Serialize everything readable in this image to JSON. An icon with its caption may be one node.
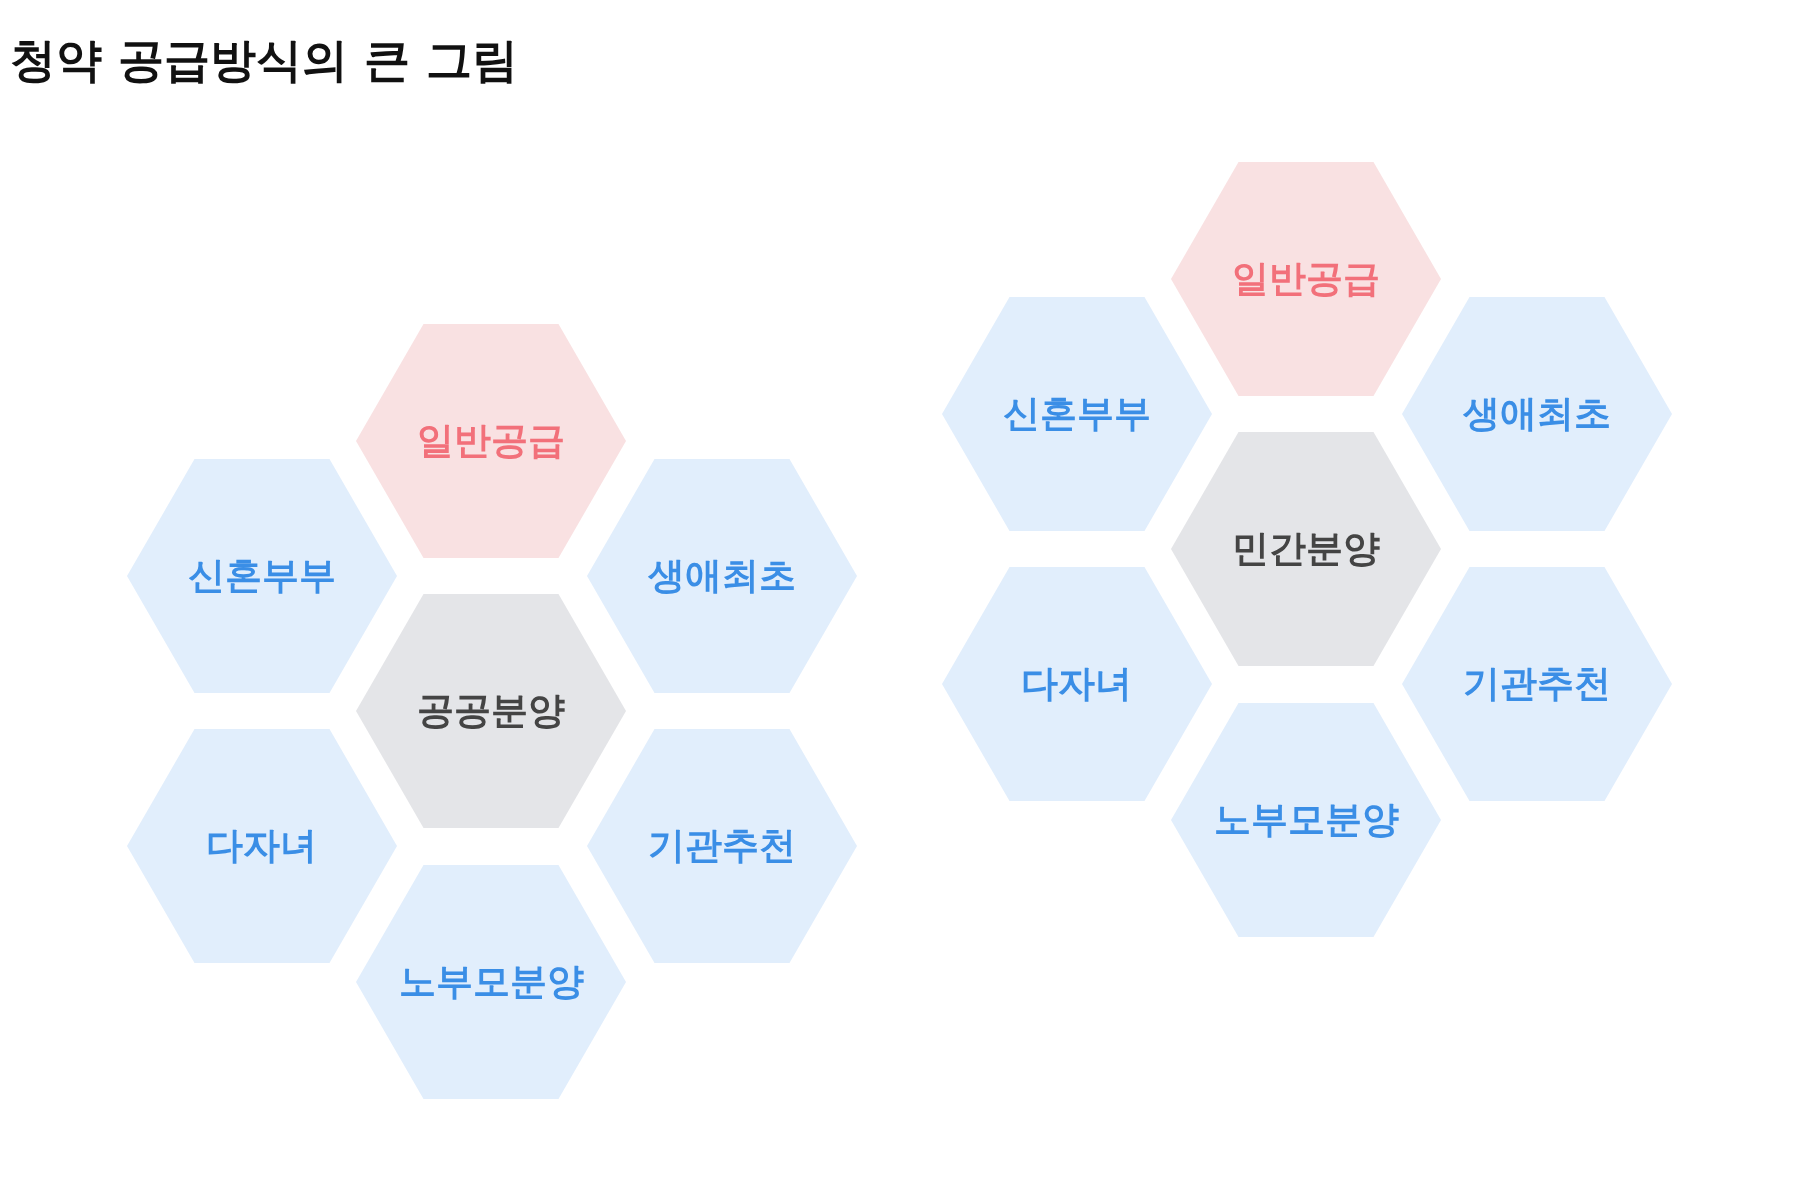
{
  "diagram": {
    "title": "청약 공급방식의 큰 그림",
    "nodes": [
      {
        "text": [
          "일반공급"
        ]
      },
      {
        "text": [
          "신혼부부"
        ]
      },
      {
        "text": [
          "생애최초"
        ]
      },
      {
        "text": [
          "공공분양"
        ]
      },
      {
        "text": [
          "다자녀"
        ]
      },
      {
        "text": [
          "기관추천"
        ]
      },
      {
        "text": [
          "노부모분양"
        ]
      },
      {
        "text": [
          "일반공급"
        ]
      },
      {
        "text": [
          "신혼부부"
        ]
      },
      {
        "text": [
          "생애최초"
        ]
      },
      {
        "text": [
          "민간분양"
        ]
      },
      {
        "text": [
          "다자녀"
        ]
      },
      {
        "text": [
          "기관추천"
        ]
      },
      {
        "text": [
          "노부모분양"
        ]
      }
    ],
    "edges": []
  }
}
